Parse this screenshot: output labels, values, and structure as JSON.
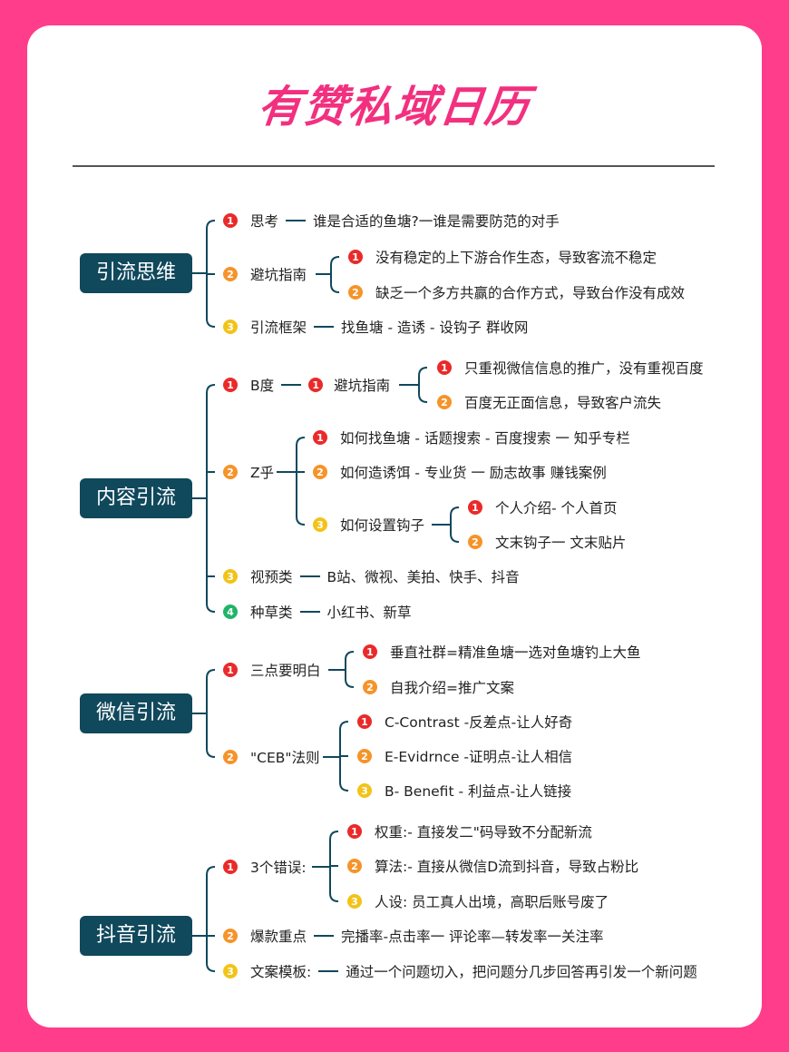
{
  "title": "有赞私域日历",
  "badge_colors": {
    "1": "#ea2a2a",
    "2": "#f5942a",
    "3": "#f2c318",
    "4": "#20b46a"
  },
  "sections": [
    {
      "label": "引流思维",
      "items": [
        {
          "n": "1",
          "label": "思考",
          "text": "谁是合适的鱼塘?一谁是需要防范的对手"
        },
        {
          "n": "2",
          "label": "避坑指南",
          "children": [
            {
              "n": "1",
              "text": "没有稳定的上下游合作生态，导致客流不稳定"
            },
            {
              "n": "2",
              "text": "缺乏一个多方共赢的合作方式，导致台作没有成效"
            }
          ]
        },
        {
          "n": "3",
          "label": "引流框架",
          "text": "找鱼塘 - 造诱 - 设钩子  群收网"
        }
      ]
    },
    {
      "label": "内容引流",
      "items": [
        {
          "n": "1",
          "label": "B度",
          "sub": {
            "n": "1",
            "label": "避坑指南",
            "children": [
              {
                "n": "1",
                "text": "只重视微信信息的推广，没有重视百度"
              },
              {
                "n": "2",
                "text": "百度无正面信息，导致客户流失"
              }
            ]
          }
        },
        {
          "n": "2",
          "label": "Z乎",
          "children": [
            {
              "n": "1",
              "text": "如何找鱼塘 - 话题搜索 - 百度搜索 一 知乎专栏"
            },
            {
              "n": "2",
              "text": "如何造诱饵 - 专业货 一 励志故事  赚钱案例"
            },
            {
              "n": "3",
              "label": "如何设置钩子",
              "children": [
                {
                  "n": "1",
                  "text": "个人介绍- 个人首页"
                },
                {
                  "n": "2",
                  "text": "文末钩子一 文末贴片"
                }
              ]
            }
          ]
        },
        {
          "n": "3",
          "label": "视预类",
          "text": "B站、微视、美拍、快手、抖音"
        },
        {
          "n": "4",
          "label": "种草类",
          "text": "小红书、新草"
        }
      ]
    },
    {
      "label": "微信引流",
      "items": [
        {
          "n": "1",
          "label": "三点要明白",
          "children": [
            {
              "n": "1",
              "text": "垂直社群=精准鱼塘一选对鱼塘钓上大鱼"
            },
            {
              "n": "2",
              "text": "自我介绍=推广文案"
            }
          ]
        },
        {
          "n": "2",
          "label": "\"CEB\"法则",
          "children": [
            {
              "n": "1",
              "text": "C-Contrast -反差点-让人好奇"
            },
            {
              "n": "2",
              "text": "E-Evidrnce -证明点-让人相信"
            },
            {
              "n": "3",
              "text": "B- Benefit - 利益点-让人链接"
            }
          ]
        }
      ]
    },
    {
      "label": "抖音引流",
      "items": [
        {
          "n": "1",
          "label": "3个错误:",
          "children": [
            {
              "n": "1",
              "text": "权重:- 直接发二\"码导致不分配新流"
            },
            {
              "n": "2",
              "text": "算法:- 直接从微信D流到抖音，导致占粉比"
            },
            {
              "n": "3",
              "text": "人设:  员工真人出境，高职后账号废了"
            }
          ]
        },
        {
          "n": "2",
          "label": "爆款重点",
          "text": "完播率-点击率一  评论率—转发率一关注率"
        },
        {
          "n": "3",
          "label": "文案模板:",
          "text": "通过一个问题切入，把问题分几步回答再引发一个新问题"
        }
      ]
    }
  ]
}
